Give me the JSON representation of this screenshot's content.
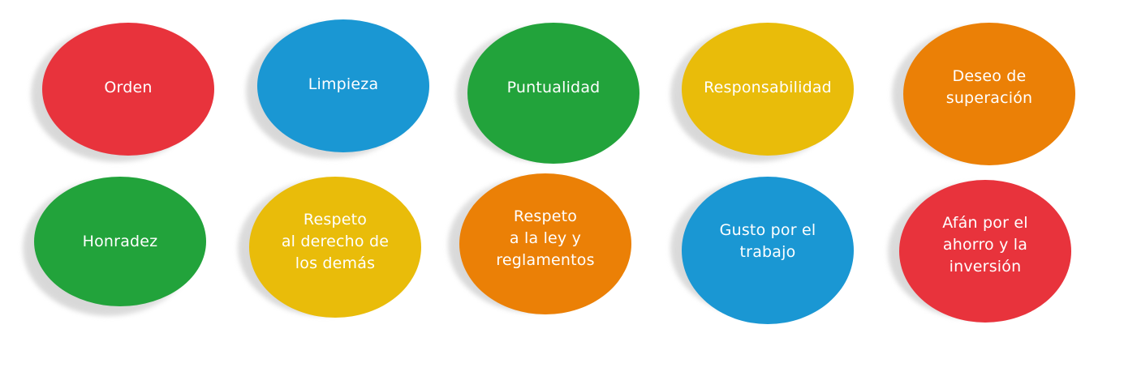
{
  "colors": {
    "red": "#E8333C",
    "blue": "#1A97D3",
    "green": "#22A33B",
    "yellow": "#E9BC0A",
    "orange": "#EB8006"
  },
  "values": [
    {
      "label": "Orden",
      "color": "red"
    },
    {
      "label": "Limpieza",
      "color": "blue"
    },
    {
      "label": "Puntualidad",
      "color": "green"
    },
    {
      "label": "Responsabilidad",
      "color": "yellow"
    },
    {
      "label": "Deseo de\nsuperación",
      "color": "orange"
    },
    {
      "label": "Honradez",
      "color": "green"
    },
    {
      "label": "Respeto\nal derecho de\nlos demás",
      "color": "yellow"
    },
    {
      "label": "Respeto\na la ley y\nreglamentos",
      "color": "orange"
    },
    {
      "label": "Gusto por el\ntrabajo",
      "color": "blue"
    },
    {
      "label": "Afán por el\nahorro y la\ninversión",
      "color": "red"
    }
  ]
}
